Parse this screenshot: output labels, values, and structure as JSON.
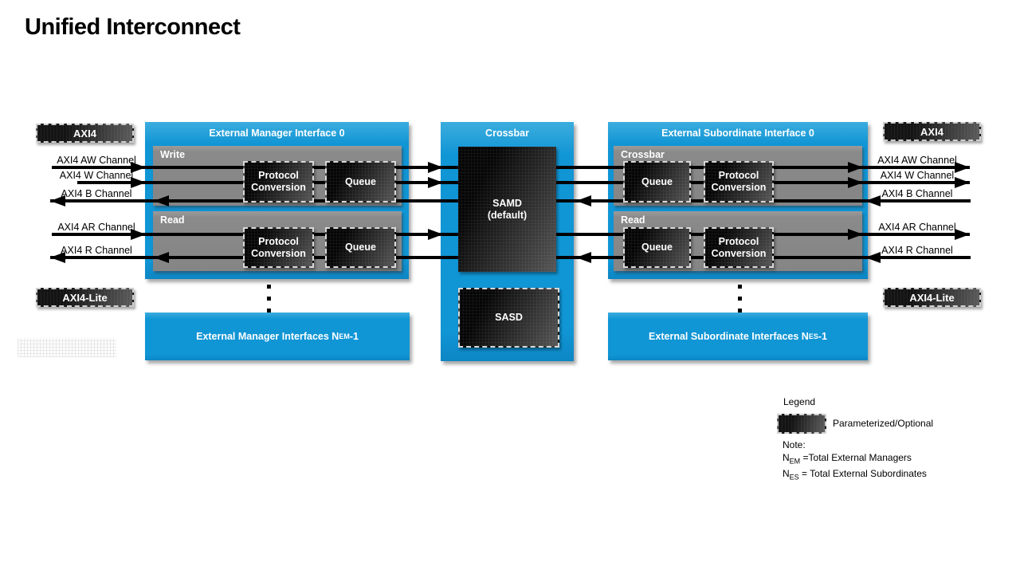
{
  "title": "Unified Interconnect",
  "colors": {
    "accent_blue": "#1095d5",
    "block_dark": "#141414",
    "section_gray": "#8a8a8a"
  },
  "left": {
    "axi4": "AXI4",
    "axi4_lite": "AXI4-Lite",
    "channels": {
      "aw": "AXI4 AW Channel",
      "w": "AXI4 W Channel",
      "b": "AXI4 B Channel",
      "ar": "AXI4 AR Channel",
      "r": "AXI4 R Channel"
    },
    "interface0": {
      "title": "External Manager Interface 0",
      "write": {
        "title": "Write",
        "protocol": "Protocol Conversion",
        "queue": "Queue"
      },
      "read": {
        "title": "Read",
        "protocol": "Protocol Conversion",
        "queue": "Queue"
      }
    },
    "interfaces_n": {
      "prefix": "External Manager Interfaces N",
      "sub": "EM",
      "suffix": "-1"
    }
  },
  "crossbar": {
    "title": "Crossbar",
    "samd_title": "SAMD",
    "samd_subtitle": "(default)",
    "sasd_title": "SASD"
  },
  "right": {
    "axi4": "AXI4",
    "axi4_lite": "AXI4-Lite",
    "channels": {
      "aw": "AXI4 AW Channel",
      "w": "AXI4 W Channel",
      "b": "AXI4 B Channel",
      "ar": "AXI4 AR Channel",
      "r": "AXI4 R Channel"
    },
    "interface0": {
      "title": "External Subordinate Interface 0",
      "write": {
        "title": "Crossbar",
        "protocol": "Protocol Conversion",
        "queue": "Queue"
      },
      "read": {
        "title": "Read",
        "protocol": "Protocol Conversion",
        "queue": "Queue"
      }
    },
    "interfaces_n": {
      "prefix": "External Subordinate Interfaces N",
      "sub": "ES",
      "suffix": "-1"
    }
  },
  "legend": {
    "title": "Legend",
    "optional_label": "Parameterized/Optional"
  },
  "note": {
    "title": "Note:",
    "line1": {
      "prefix": "N",
      "sub": "EM",
      "rest": " =Total External Managers"
    },
    "line2": {
      "prefix": "N",
      "sub": "ES",
      "rest": " = Total External Subordinates"
    }
  }
}
